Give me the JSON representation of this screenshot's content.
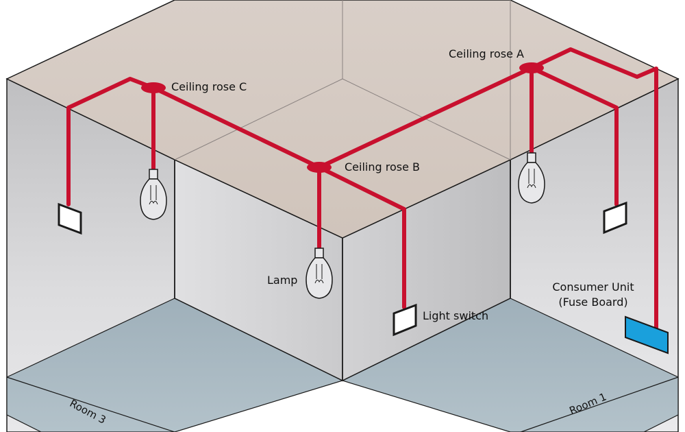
{
  "labels": {
    "ceiling_rose_a": "Ceiling rose A",
    "ceiling_rose_b": "Ceiling rose B",
    "ceiling_rose_c": "Ceiling rose C",
    "lamp": "Lamp",
    "light_switch": "Light switch",
    "consumer_unit_line1": "Consumer Unit",
    "consumer_unit_line2": "(Fuse Board)",
    "room_3": "Room 3",
    "room_1": "Room 1"
  },
  "colors": {
    "wire": "#c8102e",
    "ceiling": "#d6ccc4",
    "wall": "#cfcfd1",
    "floor": "#a9b9c2",
    "consumer_unit": "#1aa0dc",
    "outline": "#1a1a1a"
  }
}
